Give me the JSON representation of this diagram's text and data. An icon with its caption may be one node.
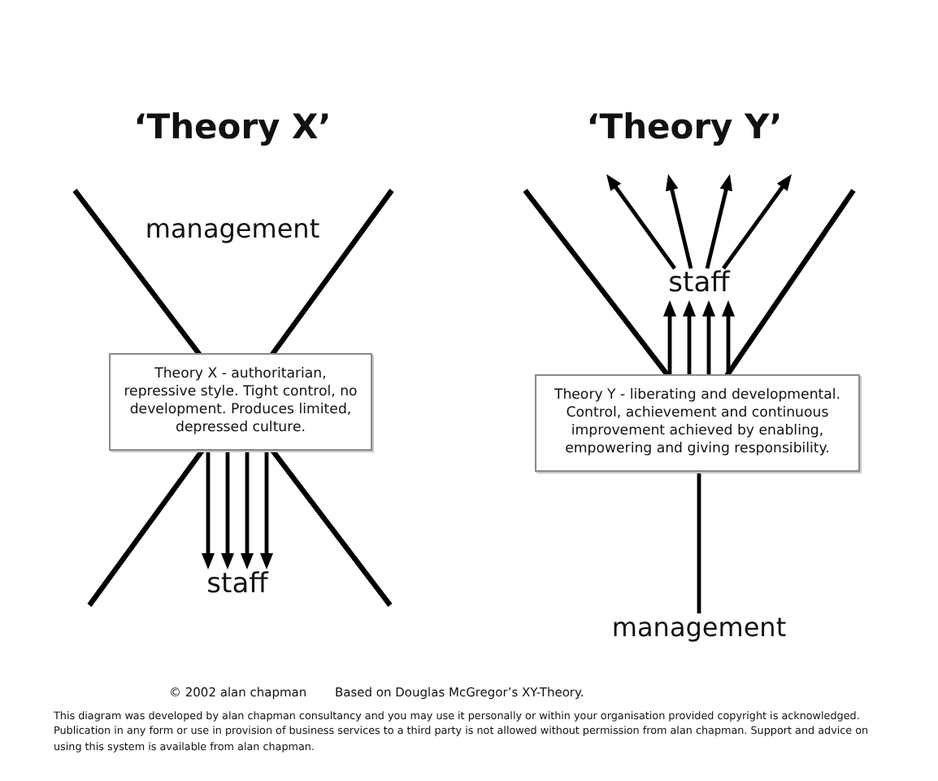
{
  "diagram": {
    "nodes": [
      {
        "text": [
          "Theory X - authoritarian, repressive style. Tight control, no development. Produces limited, depressed culture."
        ]
      },
      {
        "text": [
          "staff"
        ]
      },
      {
        "text": [
          "staff"
        ]
      },
      {
        "text": [
          "Theory Y - liberating and developmental. Control, achievement and continuous improvement achieved by enabling, empowering and giving responsibility."
        ]
      },
      {
        "text": [
          "management"
        ]
      }
    ],
    "edges": [
      {
        "from": 0,
        "to": 1,
        "arrow": "to"
      },
      {
        "from": 0,
        "to": 1,
        "arrow": "to"
      },
      {
        "from": 0,
        "to": 1,
        "arrow": "to"
      },
      {
        "from": 0,
        "to": 1,
        "arrow": "to"
      },
      {
        "from": 3,
        "to": 2,
        "arrow": "to"
      },
      {
        "from": 3,
        "to": 2,
        "arrow": "to"
      },
      {
        "from": 3,
        "to": 2,
        "arrow": "to"
      },
      {
        "from": 3,
        "to": 2,
        "arrow": "to"
      },
      {
        "from": 2,
        "to": null,
        "arrow": "to"
      },
      {
        "from": 2,
        "to": null,
        "arrow": "to"
      },
      {
        "from": 2,
        "to": null,
        "arrow": "to"
      },
      {
        "from": 2,
        "to": null,
        "arrow": "to"
      },
      {
        "from": 3,
        "to": 4,
        "arrow": "none"
      }
    ],
    "labels": [
      "‘Theory X’",
      "‘Theory Y’",
      "management",
      "© 2002 alan chapman",
      "Based on Douglas McGregor’s XY-Theory.",
      "This diagram was developed by alan chapman consultancy and you may use it personally or within your organisation provided copyright is acknowledged. Publication in any form or use in provision of business services to a third party is not allowed without permission from alan chapman. Support and advice on using this system is available from alan chapman."
    ]
  }
}
